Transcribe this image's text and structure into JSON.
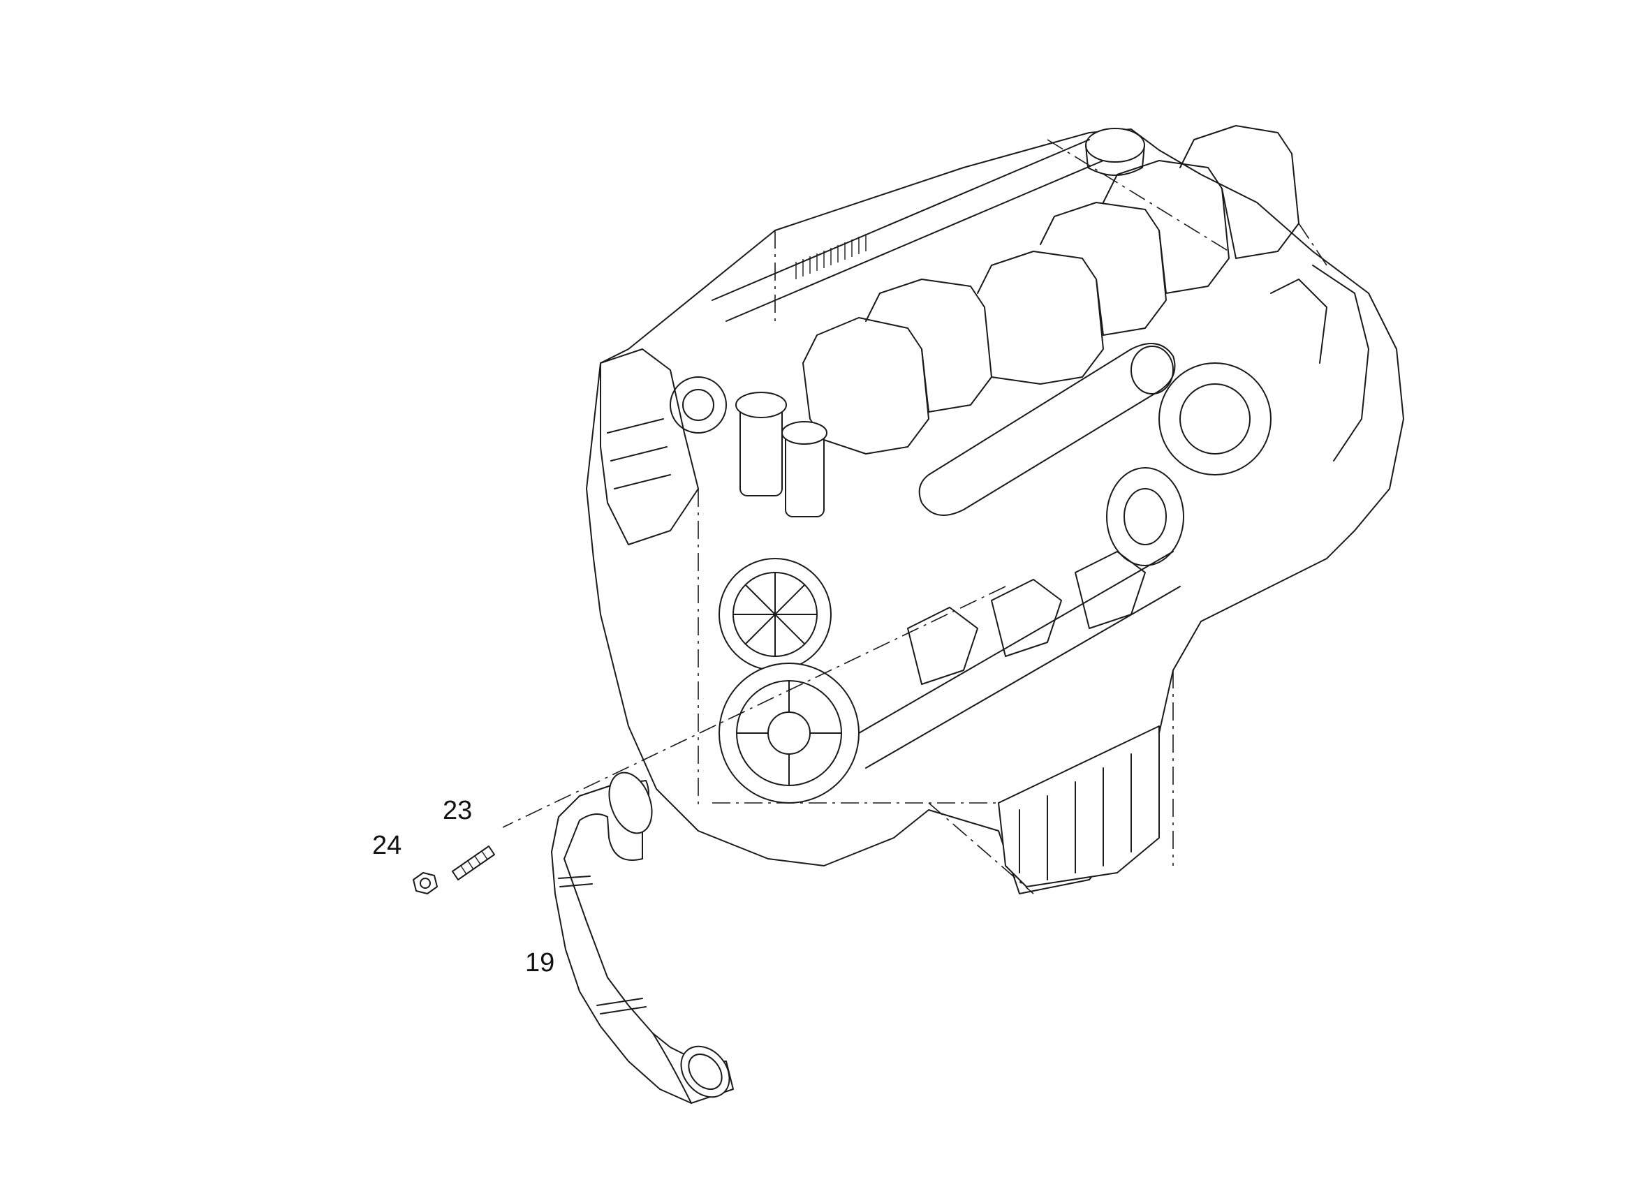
{
  "callouts": {
    "part_19": "19",
    "part_23": "23",
    "part_24": "24"
  },
  "colors": {
    "line": "#1a1a1a",
    "background": "#ffffff"
  }
}
